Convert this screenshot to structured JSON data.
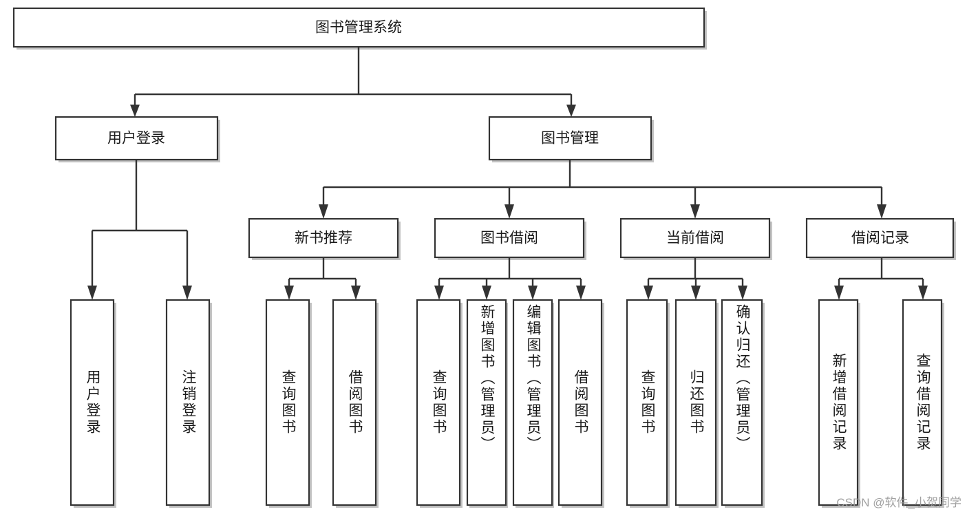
{
  "diagram": {
    "title": "图书管理系统",
    "type": "hierarchy-tree",
    "watermark": "CSDN @软件_小贺同学",
    "root": {
      "id": "root",
      "label": "图书管理系统"
    },
    "level2": [
      {
        "id": "user-login",
        "label": "用户登录"
      },
      {
        "id": "book-manage",
        "label": "图书管理"
      }
    ],
    "level3": [
      {
        "id": "new-book-rec",
        "label": "新书推荐",
        "parent": "book-manage"
      },
      {
        "id": "book-borrow",
        "label": "图书借阅",
        "parent": "book-manage"
      },
      {
        "id": "current-borrow",
        "label": "当前借阅",
        "parent": "book-manage"
      },
      {
        "id": "borrow-record",
        "label": "借阅记录",
        "parent": "book-manage"
      }
    ],
    "leaves": [
      {
        "id": "leaf-user-login",
        "label": "用户登录",
        "parent": "user-login"
      },
      {
        "id": "leaf-logout",
        "label": "注销登录",
        "parent": "user-login"
      },
      {
        "id": "leaf-query-book-1",
        "label": "查询图书",
        "parent": "new-book-rec"
      },
      {
        "id": "leaf-borrow-book-1",
        "label": "借阅图书",
        "parent": "new-book-rec"
      },
      {
        "id": "leaf-query-book-2",
        "label": "查询图书",
        "parent": "book-borrow"
      },
      {
        "id": "leaf-add-book",
        "label": "新增图书（管理员）",
        "parent": "book-borrow"
      },
      {
        "id": "leaf-edit-book",
        "label": "编辑图书（管理员）",
        "parent": "book-borrow"
      },
      {
        "id": "leaf-borrow-book-2",
        "label": "借阅图书",
        "parent": "book-borrow"
      },
      {
        "id": "leaf-query-book-3",
        "label": "查询图书",
        "parent": "current-borrow"
      },
      {
        "id": "leaf-return-book",
        "label": "归还图书",
        "parent": "current-borrow"
      },
      {
        "id": "leaf-confirm-return",
        "label": "确认归还（管理员）",
        "parent": "current-borrow"
      },
      {
        "id": "leaf-add-record",
        "label": "新增借阅记录",
        "parent": "borrow-record"
      },
      {
        "id": "leaf-query-record",
        "label": "查询借阅记录",
        "parent": "borrow-record"
      }
    ],
    "colors": {
      "box_stroke": "#333333",
      "box_fill": "#ffffff",
      "connector": "#333333",
      "text": "#1a1a1a",
      "watermark": "#9a9a9a",
      "shadow": "#b8b8b8"
    }
  }
}
